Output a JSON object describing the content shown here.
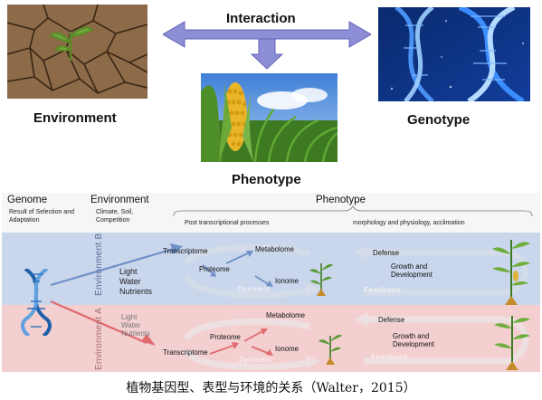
{
  "top": {
    "interaction": "Interaction",
    "environment": "Environment",
    "genotype": "Genotype",
    "phenotype": "Phenotype"
  },
  "columns": {
    "genome": "Genome",
    "genome_sub": "Result of Selection and Adaptation",
    "environment": "Environment",
    "environment_sub": "Climate, Soil, Competition",
    "phenotype": "Phenotype",
    "post_transcriptional": "Post transcriptional processes",
    "morphology": "morphology  and physiology, acclimation"
  },
  "env_b": {
    "label": "Environment B",
    "resources": [
      "Light",
      "Water",
      "Nutrients"
    ],
    "nodes": {
      "transcriptome": "Transcriptome",
      "metabolome": "Metabolome",
      "proteome": "Proteome",
      "ionome": "Ionome",
      "defense": "Defense",
      "growth": "Growth and",
      "development": "Development"
    },
    "dynamic": "Dynamic",
    "feedback": "Feedback"
  },
  "env_a": {
    "label": "Environment A",
    "resources": [
      "Light",
      "Water",
      "Nutrients"
    ],
    "nodes": {
      "metabolome": "Metabolome",
      "proteome": "Proteome",
      "transcriptome": "Transcriptome",
      "ionome": "Ionome",
      "defense": "Defense",
      "growth": "Growth and",
      "development": "Development"
    },
    "dynamic": "Dynamic",
    "feedback": "Feedback"
  },
  "caption": "植物基因型、表型与环境的关系（Walter，2015）",
  "colors": {
    "arrow_top": "#8d8ed6",
    "band_b": "#c9d6ec",
    "band_a": "#f3cfd0",
    "arrow_red": "#e06a6e",
    "arrow_blue": "#6f90c8"
  }
}
